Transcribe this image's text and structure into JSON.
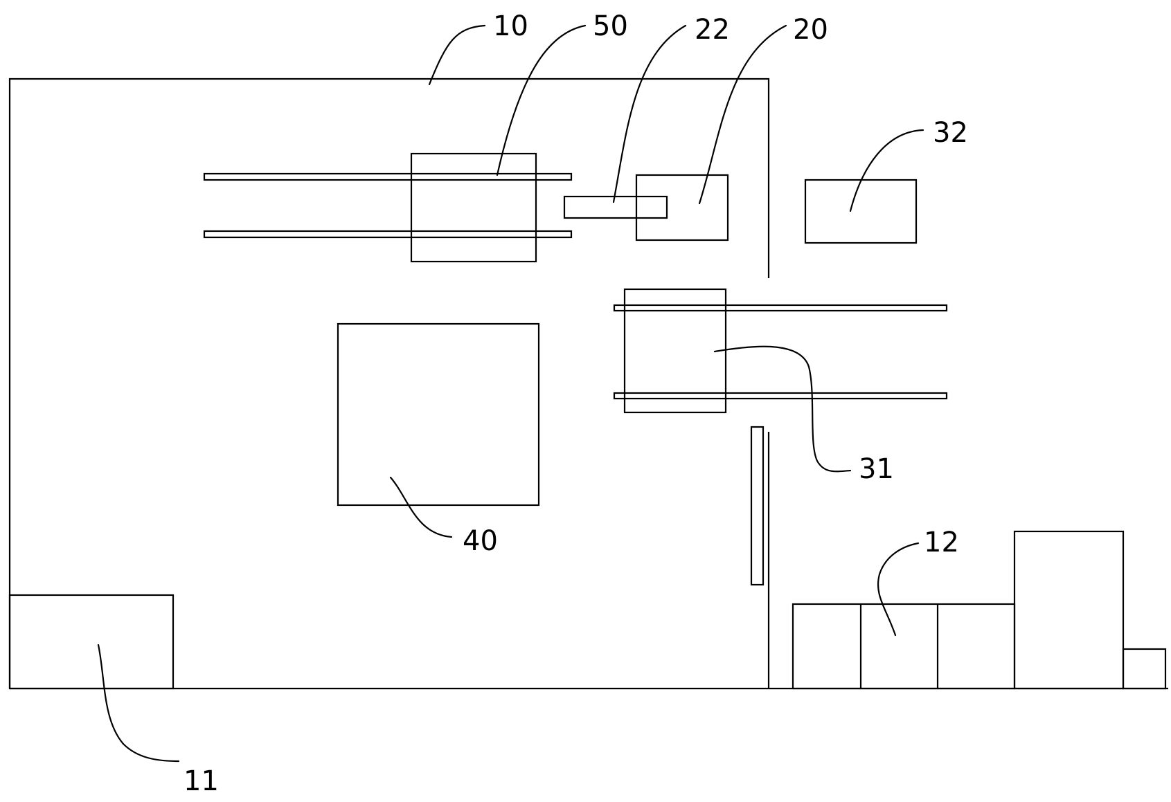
{
  "labels": {
    "l10": "10",
    "l50": "50",
    "l22": "22",
    "l20": "20",
    "l32": "32",
    "l31": "31",
    "l40": "40",
    "l12": "12",
    "l11": "11"
  }
}
